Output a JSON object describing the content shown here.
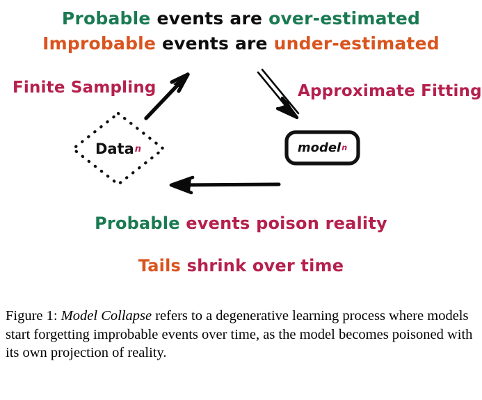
{
  "figure": {
    "top_lines": [
      {
        "id": "over-estimated-line",
        "segments": [
          {
            "text": "Probable ",
            "color": "#1a7a52",
            "name": "word-probable"
          },
          {
            "text": "events are ",
            "color": "#0d0d0d",
            "name": "words-events-are"
          },
          {
            "text": "over-estimated",
            "color": "#1a7a52",
            "name": "words-over-estimated"
          }
        ]
      },
      {
        "id": "under-estimated-line",
        "segments": [
          {
            "text": "Improbable ",
            "color": "#d9541e",
            "name": "word-improbable"
          },
          {
            "text": "events are ",
            "color": "#0d0d0d",
            "name": "words-events-are"
          },
          {
            "text": "under-estimated",
            "color": "#d9541e",
            "name": "words-under-estimated"
          }
        ]
      }
    ],
    "bottom_lines": [
      {
        "id": "poison-reality-line",
        "segments": [
          {
            "text": "Probable ",
            "color": "#1a7a52",
            "name": "word-probable"
          },
          {
            "text": "events poison reality",
            "color": "#b5204d",
            "name": "words-events-poison-reality"
          }
        ]
      },
      {
        "id": "tails-shrink-line",
        "segments": [
          {
            "text": "Tails ",
            "color": "#d9541e",
            "name": "word-tails"
          },
          {
            "text": "shrink over time",
            "color": "#b5204d",
            "name": "words-shrink-over-time"
          }
        ]
      }
    ],
    "edge_labels": {
      "left": "Finite Sampling",
      "right": "Approximate Fitting"
    },
    "nodes": {
      "data": {
        "base": "Data",
        "superscript": "n"
      },
      "model": {
        "base": "model",
        "superscript": "n"
      }
    },
    "arrows": [
      {
        "name": "arrow-data-to-statements",
        "direction": "up-right",
        "style": "solid-single"
      },
      {
        "name": "arrow-statements-to-model",
        "direction": "down-right",
        "style": "double-outline"
      },
      {
        "name": "arrow-model-to-data",
        "direction": "left",
        "style": "solid-single"
      }
    ],
    "colors": {
      "green": "#1a7a52",
      "orange": "#d9541e",
      "crimson": "#b5204d",
      "black": "#0d0d0d",
      "background": "#ffffff"
    }
  },
  "caption": {
    "prefix": "Figure 1:",
    "emphasis": "Model Collapse",
    "body": "refers to a degenerative learning process where models start forgetting improbable events over time, as the model becomes poisoned with its own projection of reality."
  }
}
